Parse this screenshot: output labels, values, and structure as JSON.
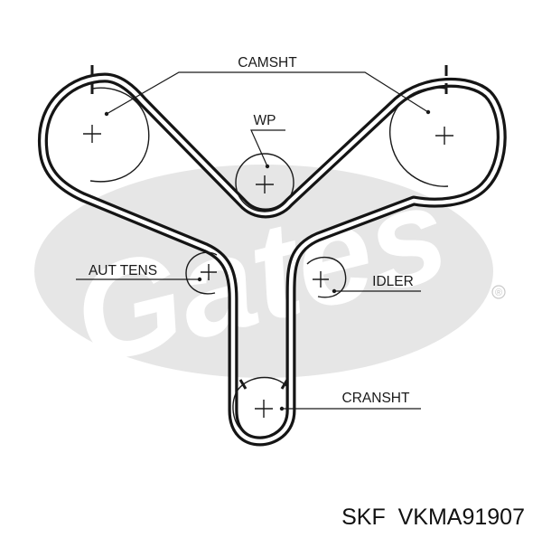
{
  "diagram": {
    "labels": {
      "camshaft": "CAMSHT",
      "water_pump": "WP",
      "auto_tensioner": "AUT TENS",
      "idler": "IDLER",
      "crankshaft": "CRANSHT"
    },
    "caption": "SKF  VKMA91907",
    "watermark": {
      "brand_text": "Gates",
      "registered_mark": "®"
    },
    "colors": {
      "belt": "#151515",
      "line": "#1a1a1a",
      "watermark": "#e6e6e6"
    }
  }
}
